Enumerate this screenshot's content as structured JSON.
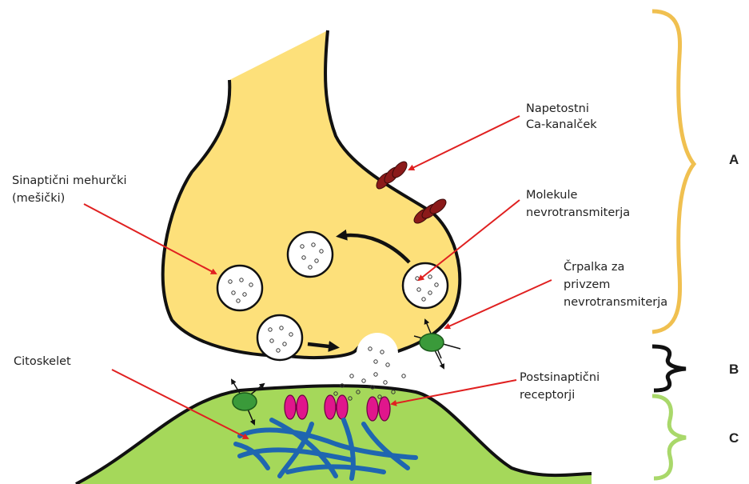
{
  "labels": {
    "napetostni_1": "Napetostni",
    "napetostni_2": "Ca-kanalček",
    "sinapticni_1": "Sinaptični mehurčki",
    "sinapticni_2": "(mešički)",
    "molekule_1": "Molekule",
    "molekule_2": "nevrotransmiterja",
    "crpalka_1": "Črpalka za",
    "crpalka_2": "privzem",
    "crpalka_3": "nevrotransmiterja",
    "citoskelet": "Citoskelet",
    "postsinapticni_1": "Postsinaptični",
    "postsinapticni_2": "receptorji"
  },
  "regions": {
    "a": "A",
    "b": "B",
    "c": "C"
  },
  "colors": {
    "presynaptic_fill": "#fde07a",
    "postsynaptic_fill": "#a5d85a",
    "brace_a": "#f0c050",
    "brace_b": "#111111",
    "brace_c": "#a9d86a",
    "arrow_red": "#e02020",
    "ca_channel": "#8b1a1a",
    "receptor": "#e0168c",
    "pump": "#3a9a3a",
    "cytoskeleton": "#1f66b0"
  }
}
